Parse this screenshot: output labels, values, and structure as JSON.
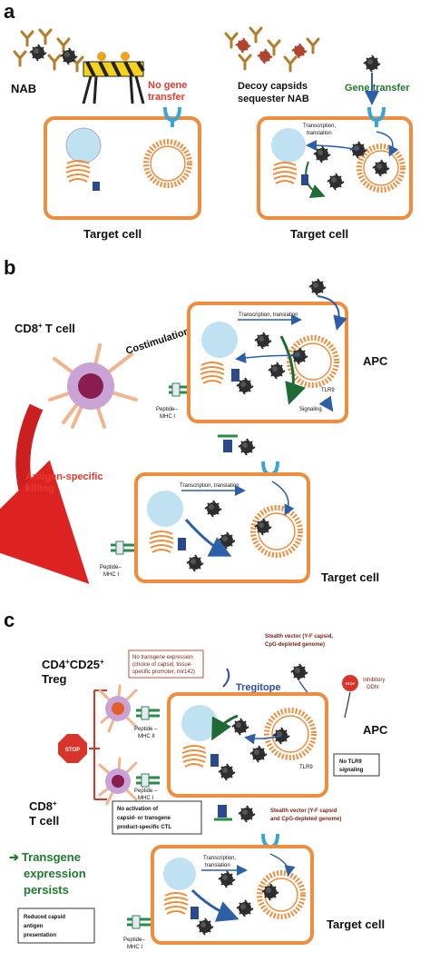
{
  "panel_a": {
    "letter": "a",
    "nab": "NAB",
    "no_gene_1": "No gene",
    "no_gene_2": "transfer",
    "decoy_1": "Decoy capsids",
    "decoy_2": "sequester NAB",
    "gene_transfer": "Gene transfer",
    "transcription_1": "Transcription,",
    "transcription_2": "translation",
    "target_left": "Target cell",
    "target_right": "Target cell"
  },
  "panel_b": {
    "letter": "b",
    "cd8": "CD8",
    "cd8_sup": "+",
    "t_cell": "T cell",
    "costimulation": "Costimulation",
    "transcription_top": "Transcription, translation",
    "apc": "APC",
    "tlr9": "TLR9",
    "signaling": "Signaling",
    "peptide_1": "Peptide–",
    "peptide_2": "MHC I",
    "killing_1": "Antigen-specific",
    "killing_2": "killing",
    "transcription_bottom": "Transcription, translation",
    "peptide_b1": "Peptide–",
    "peptide_b2": "MHC I",
    "target": "Target cell"
  },
  "panel_c": {
    "letter": "c",
    "treg_1": "CD4",
    "treg_sup1": "+",
    "treg_2": "CD25",
    "treg_sup2": "+",
    "treg_3": "Treg",
    "no_expr_1": "No transgene expression",
    "no_expr_2": "(choice of capsid, tissue-",
    "no_expr_3": "specific promoter, mir142)",
    "tregitope": "Tregitope",
    "stealth_1": "Stealth vector (Y-F capsid,",
    "stealth_2": "CpG-depleted genome)",
    "inhibitory_1": "Inhibitory",
    "inhibitory_2": "ODN",
    "stop": "STOP",
    "peptide_mhc2_1": "Peptide –",
    "peptide_mhc2_2": "MHC II",
    "apc": "APC",
    "tlr9": "TLR9",
    "no_tlr9_1": "No TLR9",
    "no_tlr9_2": "signaling",
    "peptide_mhc1_1": "Peptide –",
    "peptide_mhc1_2": "MHC I",
    "cd8": "CD8",
    "cd8_sup": "+",
    "t_cell": "T cell",
    "no_act_1": "No activation of",
    "no_act_2": "capsid- or transgene",
    "no_act_3": "product-specific CTL",
    "stealth_b1": "Stealth vector (Y-F capsid",
    "stealth_b2": "and CpG-depleted genome)",
    "persists_1": "Transgene",
    "persists_2": "expression",
    "persists_3": "persists",
    "arrow": "➔",
    "transcription_1": "Transcription,",
    "transcription_2": "translation",
    "reduced_1": "Reduced capsid",
    "reduced_2": "antigen",
    "reduced_3": "presentation",
    "peptide_b1": "Peptide–",
    "peptide_b2": "MHC I",
    "target": "Target cell"
  }
}
